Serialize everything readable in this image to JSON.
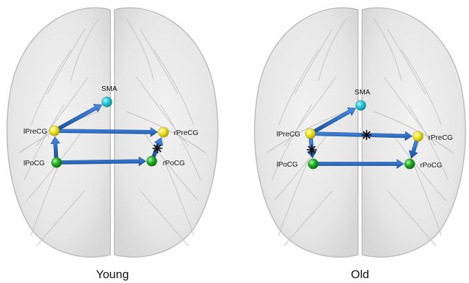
{
  "colors": {
    "edge": "#2f6fc4",
    "edge_dark": "#1f4f96",
    "brain_fill": "#e2e2e2",
    "brain_stroke": "#b9b9b9",
    "sma_node": "#22c7d8",
    "precg_node": "#f1e21a",
    "pocg_node": "#1fae1f",
    "star": "#111111"
  },
  "node_types": {
    "SMA": "sma",
    "lPreCG": "precg",
    "rPreCG": "precg",
    "lPoCG": "pocg",
    "rPoCG": "pocg"
  },
  "panels": [
    {
      "title": "Young",
      "nodes": [
        {
          "id": "SMA",
          "label": "SMA"
        },
        {
          "id": "lPreCG",
          "label": "lPreCG"
        },
        {
          "id": "rPreCG",
          "label": "rPreCG"
        },
        {
          "id": "lPoCG",
          "label": "lPoCG"
        },
        {
          "id": "rPoCG",
          "label": "rPoCG"
        }
      ],
      "edges": [
        {
          "from": "lPreCG",
          "to": "SMA",
          "star": false
        },
        {
          "from": "lPreCG",
          "to": "rPreCG",
          "star": false
        },
        {
          "from": "lPoCG",
          "to": "lPreCG",
          "star": false
        },
        {
          "from": "lPoCG",
          "to": "rPoCG",
          "star": false
        },
        {
          "from": "rPoCG",
          "to": "rPreCG",
          "star": true
        }
      ]
    },
    {
      "title": "Old",
      "nodes": [
        {
          "id": "SMA",
          "label": "SMA"
        },
        {
          "id": "lPreCG",
          "label": "lPreCG"
        },
        {
          "id": "rPreCG",
          "label": "rPreCG"
        },
        {
          "id": "lPoCG",
          "label": "lPoCG"
        },
        {
          "id": "rPoCG",
          "label": "rPoCG"
        }
      ],
      "edges": [
        {
          "from": "lPreCG",
          "to": "SMA",
          "star": false
        },
        {
          "from": "lPreCG",
          "to": "rPreCG",
          "star": true
        },
        {
          "from": "lPreCG",
          "to": "lPoCG",
          "star": true
        },
        {
          "from": "lPoCG",
          "to": "rPoCG",
          "star": false
        },
        {
          "from": "rPreCG",
          "to": "rPoCG",
          "star": false
        }
      ]
    }
  ]
}
